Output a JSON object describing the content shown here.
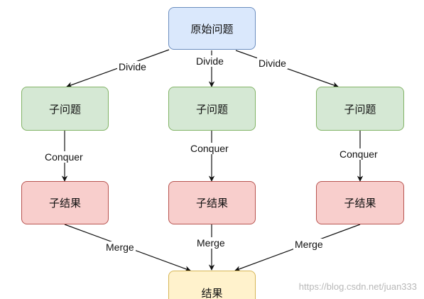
{
  "nodes": {
    "root": "原始问题",
    "sub_left": "子问题",
    "sub_mid": "子问题",
    "sub_right": "子问题",
    "res_left": "子结果",
    "res_mid": "子结果",
    "res_right": "子结果",
    "final": "结果"
  },
  "edge_labels": {
    "divide_left": "Divide",
    "divide_mid": "Divide",
    "divide_right": "Divide",
    "conquer_left": "Conquer",
    "conquer_mid": "Conquer",
    "conquer_right": "Conquer",
    "merge_left": "Merge",
    "merge_mid": "Merge",
    "merge_right": "Merge"
  },
  "watermark": "https://blog.csdn.net/juan333",
  "colors": {
    "root_fill": "#dae8fc",
    "sub_fill": "#d5e8d4",
    "result_fill": "#f8cecc",
    "final_fill": "#fff2cc",
    "edge": "#111111"
  }
}
